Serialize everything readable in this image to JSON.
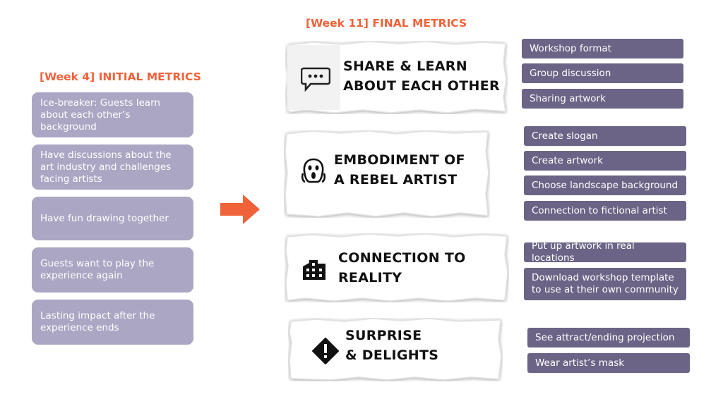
{
  "initial": {
    "heading": "[Week 4] INITIAL METRICS",
    "items": [
      "Ice-breaker: Guests learn about each other’s background",
      "Have discussions about the art industry and challenges facing artists",
      "Have fun drawing together",
      "Guests want to play the experience again",
      "Lasting impact after the experience ends"
    ]
  },
  "final": {
    "heading": "[Week 11] FINAL METRICS",
    "groups": [
      {
        "title_line1": "SHARE & LEARN",
        "title_line2": "ABOUT EACH OTHER",
        "icon": "chat-bubble-icon",
        "tags": [
          "Workshop format",
          "Group discussion",
          "Sharing artwork"
        ]
      },
      {
        "title_line1": "EMBODIMENT OF",
        "title_line2": "A REBEL ARTIST",
        "icon": "scream-face-icon",
        "tags": [
          "Create slogan",
          "Create artwork",
          "Choose landscape background",
          "Connection to fictional artist"
        ]
      },
      {
        "title_line1": "CONNECTION TO",
        "title_line2": "REALITY",
        "icon": "building-icon",
        "tags": [
          "Put up artwork in real locations",
          "Download workshop template to use at their own community"
        ]
      },
      {
        "title_line1": "SURPRISE",
        "title_line2": "& DELIGHTS",
        "icon": "alert-diamond-icon",
        "tags": [
          "See attract/ending projection",
          "Wear artist’s mask"
        ]
      }
    ]
  },
  "colors": {
    "heading": "#f0623a",
    "initial_box": "#aba6c3",
    "tag": "#6b6486",
    "arrow": "#f0623a"
  }
}
